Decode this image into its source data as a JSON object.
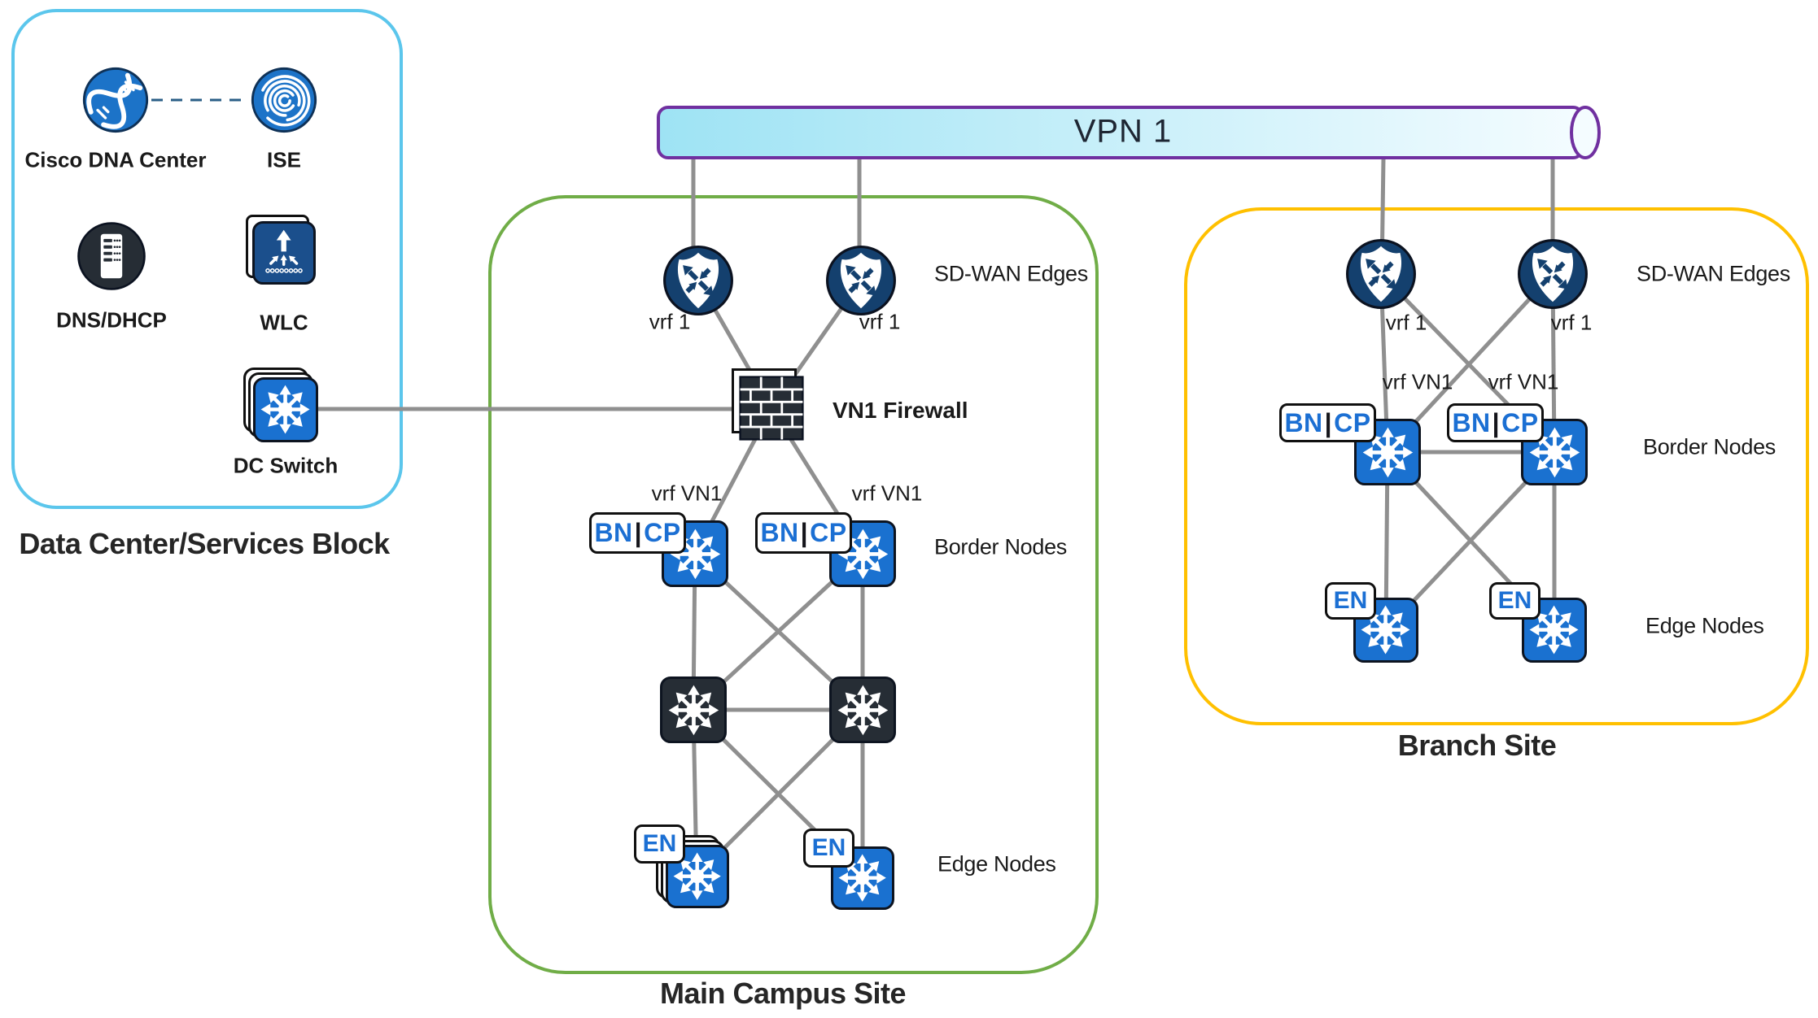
{
  "colors": {
    "dc_block_border": "#5BC6EC",
    "main_campus_border": "#70AD47",
    "branch_border": "#FFC000",
    "vpn_stroke": "#7030A0",
    "vpn_fill_left": "#9EE3F4",
    "vpn_fill_right": "#F4FCFF",
    "node_blue": "#1A71D0",
    "node_navy": "#14406E",
    "node_dark": "#262D35",
    "link_gray": "#8F8F8F",
    "badge_text_blue": "#1B6FD3"
  },
  "vpn_pipe": {
    "label": "VPN 1"
  },
  "data_center_block": {
    "title": "Data Center/Services Block",
    "nodes": [
      {
        "label": "Cisco DNA Center",
        "icon": "dna-helix-icon"
      },
      {
        "label": "ISE",
        "icon": "fingerprint-icon"
      },
      {
        "label": "DNS/DHCP",
        "icon": "server-icon"
      },
      {
        "label": "WLC",
        "icon": "wireless-lan-controller-icon"
      },
      {
        "label": "DC Switch",
        "icon": "multilayer-switch-icon"
      }
    ]
  },
  "main_campus_site": {
    "title": "Main Campus Site",
    "sdwan_row_label": "SD-WAN Edges",
    "firewall_label": "VN1 Firewall",
    "border_row_label": "Border Nodes",
    "edge_row_label": "Edge Nodes",
    "vrf1_left": "vrf 1",
    "vrf1_right": "vrf 1",
    "vrf_vn1_left": "vrf VN1",
    "vrf_vn1_right": "vrf VN1"
  },
  "branch_site": {
    "title": "Branch Site",
    "sdwan_row_label": "SD-WAN Edges",
    "border_row_label": "Border Nodes",
    "edge_row_label": "Edge Nodes",
    "vrf1_left": "vrf 1",
    "vrf1_right": "vrf 1",
    "vrf_vn1_left": "vrf VN1",
    "vrf_vn1_right": "vrf VN1"
  },
  "badges": {
    "bn": "BN",
    "cp": "CP",
    "separator": "|",
    "en": "EN"
  }
}
